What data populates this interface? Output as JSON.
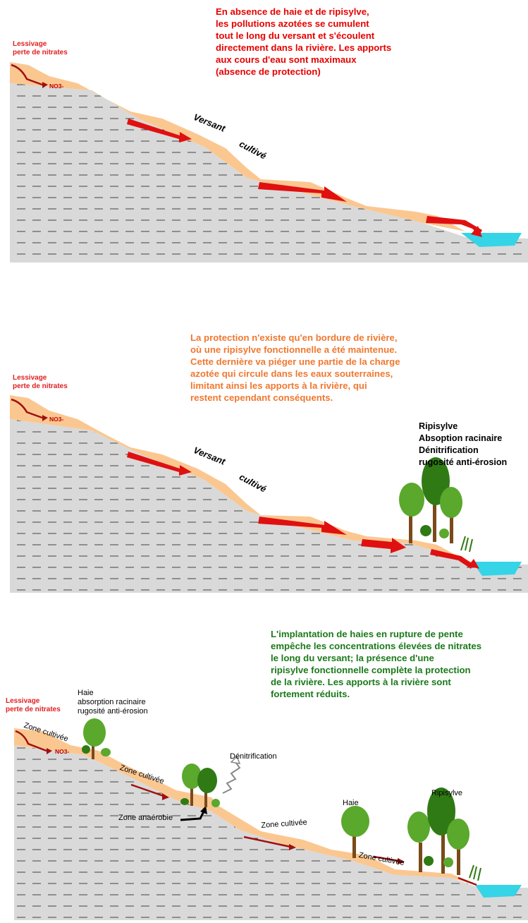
{
  "panel1": {
    "text": "En absence de haie et de ripisylve,\nles pollutions azotées se cumulent\ntout le long du versant et s'écoulent\ndirectement dans la rivière. Les apports\naux cours d'eau sont maximaux\n(absence de protection)",
    "lessivage": "Lessivage\nperte de nitrates",
    "no3": "NO3-",
    "versant": "Versant",
    "cultive": "cultivé"
  },
  "panel2": {
    "text": "La protection n'existe qu'en bordure de rivière,\noù une ripisylve fonctionnelle a été maintenue.\nCette dernière va piéger une partie de la charge\nazotée qui circule dans les eaux souterraines,\nlimitant ainsi les apports à la rivière, qui\nrestent cependant conséquents.",
    "lessivage": "Lessivage\nperte de nitrates",
    "no3": "NO3-",
    "versant": "Versant",
    "cultive": "cultivé",
    "ripisylve_label": "Ripisylve\nAbsoption racinaire\nDénitrification\nrugosité anti-érosion"
  },
  "panel3": {
    "text": "L'implantation de haies en rupture de pente\nempêche les concentrations élevées de nitrates\nle long du versant; la présence d'une\nripisylve fonctionnelle complète la protection\nde la rivière. Les apports à la rivière sont\nfortement réduits.",
    "lessivage": "Lessivage\nperte de nitrates",
    "no3": "NO3-",
    "haie_top": "Haie\nabsorption racinaire\nrugosité anti-érosion",
    "zone_cultivee": "Zone cultivée",
    "denitrification": "Dénitrification",
    "zone_anaerobie": "Zone anaérobie",
    "haie": "Haie",
    "ripisylve": "Ripisylve"
  },
  "colors": {
    "soil": "#fbc791",
    "ground": "#d9d9d9",
    "arrow": "#e01010",
    "water": "#35d4e6",
    "tree_light": "#5aa82c",
    "tree_dark": "#2f7a14",
    "trunk": "#7a4a1a"
  }
}
